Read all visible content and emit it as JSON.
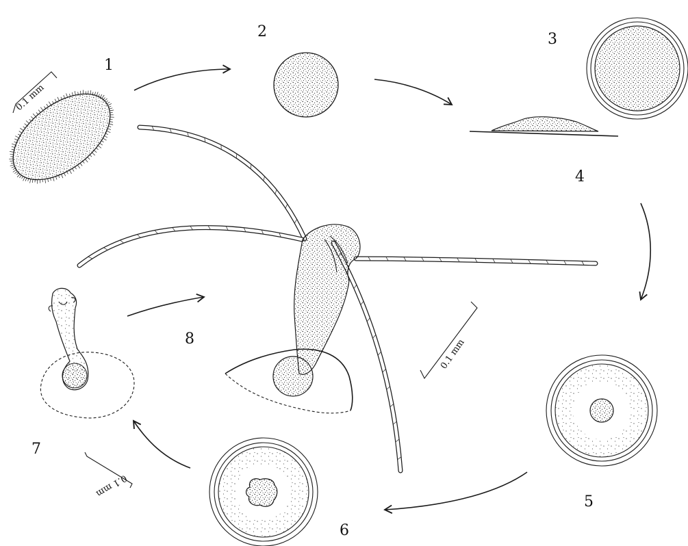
{
  "figure": {
    "stage_labels": [
      "1",
      "2",
      "3",
      "4",
      "5",
      "6",
      "7",
      "8"
    ],
    "scale_bars": [
      "0.1 mm",
      "0.1 mm",
      "0.1 mm"
    ]
  }
}
